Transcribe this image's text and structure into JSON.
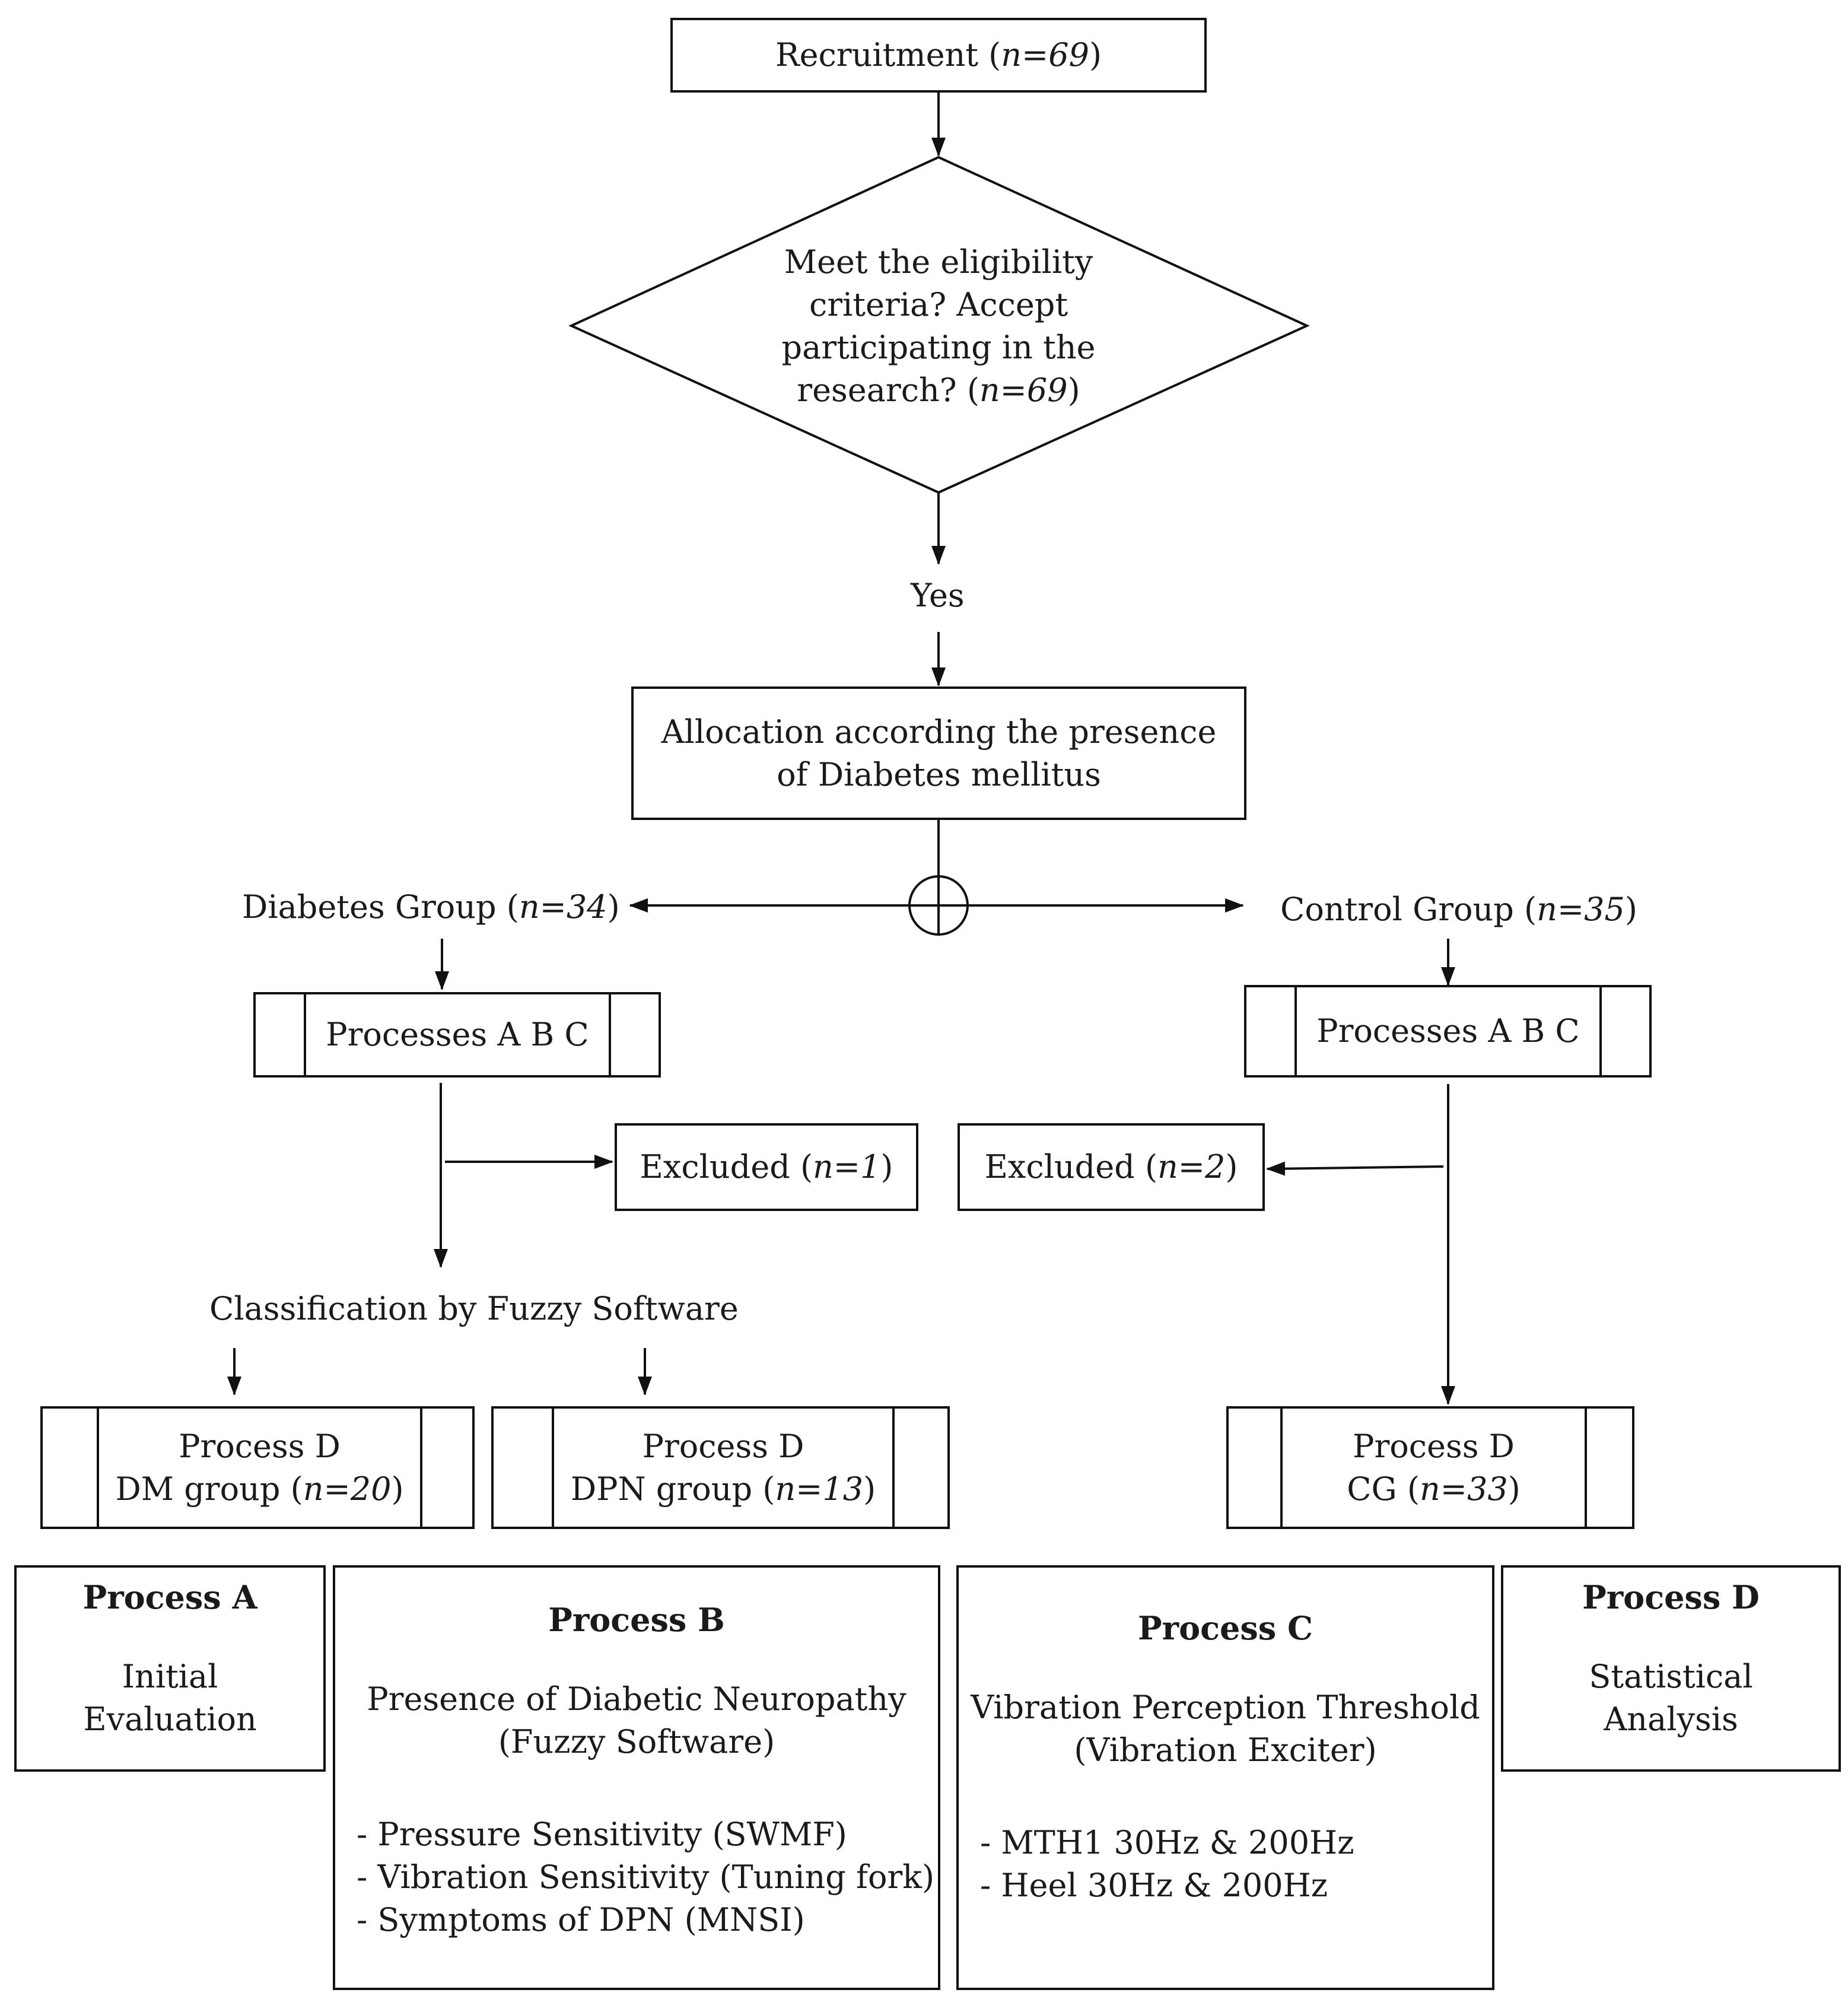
{
  "recruitment": {
    "label": "Recruitment",
    "n": "n=69"
  },
  "eligibility": {
    "line1": "Meet the eligibility",
    "line2": "criteria? Accept",
    "line3": "participating in the",
    "line4_prefix": "research?",
    "n": "n=69"
  },
  "yes_label": "Yes",
  "allocation": {
    "line1": "Allocation  according the presence",
    "line2": "of Diabetes mellitus"
  },
  "diabetes_group": {
    "label": "Diabetes  Group",
    "n": "n=34"
  },
  "control_group": {
    "label": "Control Group",
    "n": "n=35"
  },
  "processes_abc_left": "Processes A B C",
  "processes_abc_right": "Processes A B C",
  "excluded_left": {
    "label": "Excluded",
    "n": "n=1"
  },
  "excluded_right": {
    "label": "Excluded",
    "n": "n=2"
  },
  "classification": "Classification by Fuzzy Software",
  "process_d_dm": {
    "line1": "Process D",
    "line2": "DM group",
    "n": "n=20"
  },
  "process_d_dpn": {
    "line1": "Process D",
    "line2": "DPN group",
    "n": "n=13"
  },
  "process_d_cg": {
    "line1": "Process D",
    "line2": "CG",
    "n": "n=33"
  },
  "process_a": {
    "title": "Process A",
    "line1": "Initial",
    "line2": "Evaluation"
  },
  "process_b": {
    "title": "Process B",
    "line1": "Presence of Diabetic Neuropathy",
    "line2": "(Fuzzy Software)",
    "items": [
      "- Pressure Sensitivity (SWMF)",
      "- Vibration Sensitivity (Tuning fork)",
      "- Symptoms of DPN (MNSI)"
    ]
  },
  "process_c": {
    "title": "Process C",
    "line1": "Vibration Perception Threshold",
    "line2": "(Vibration Exciter)",
    "items": [
      "- MTH1 30Hz & 200Hz",
      "- Heel 30Hz & 200Hz"
    ]
  },
  "process_d_info": {
    "title": "Process D",
    "line1": "Statistical",
    "line2": "Analysis"
  }
}
